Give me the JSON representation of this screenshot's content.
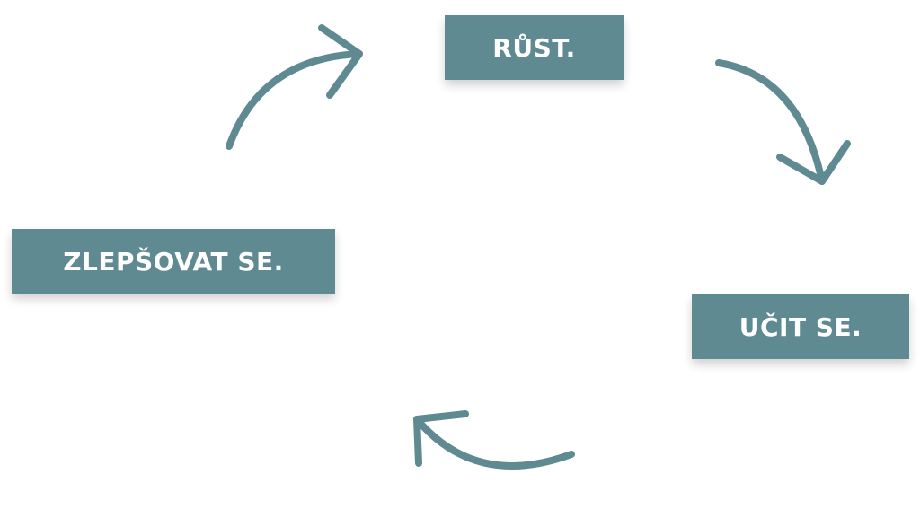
{
  "diagram": {
    "steps": [
      {
        "id": "top",
        "label": "RŮST."
      },
      {
        "id": "right",
        "label": "UČIT SE."
      },
      {
        "id": "left",
        "label": "ZLEPŠOVAT SE."
      }
    ],
    "flow": [
      "RŮST.",
      "UČIT SE.",
      "ZLEPŠOVAT SE.",
      "RŮST."
    ],
    "colors": {
      "box_fill": "#5f8a91",
      "box_text": "#ffffff",
      "arrow": "#5f8a91",
      "background": "#ffffff"
    }
  }
}
